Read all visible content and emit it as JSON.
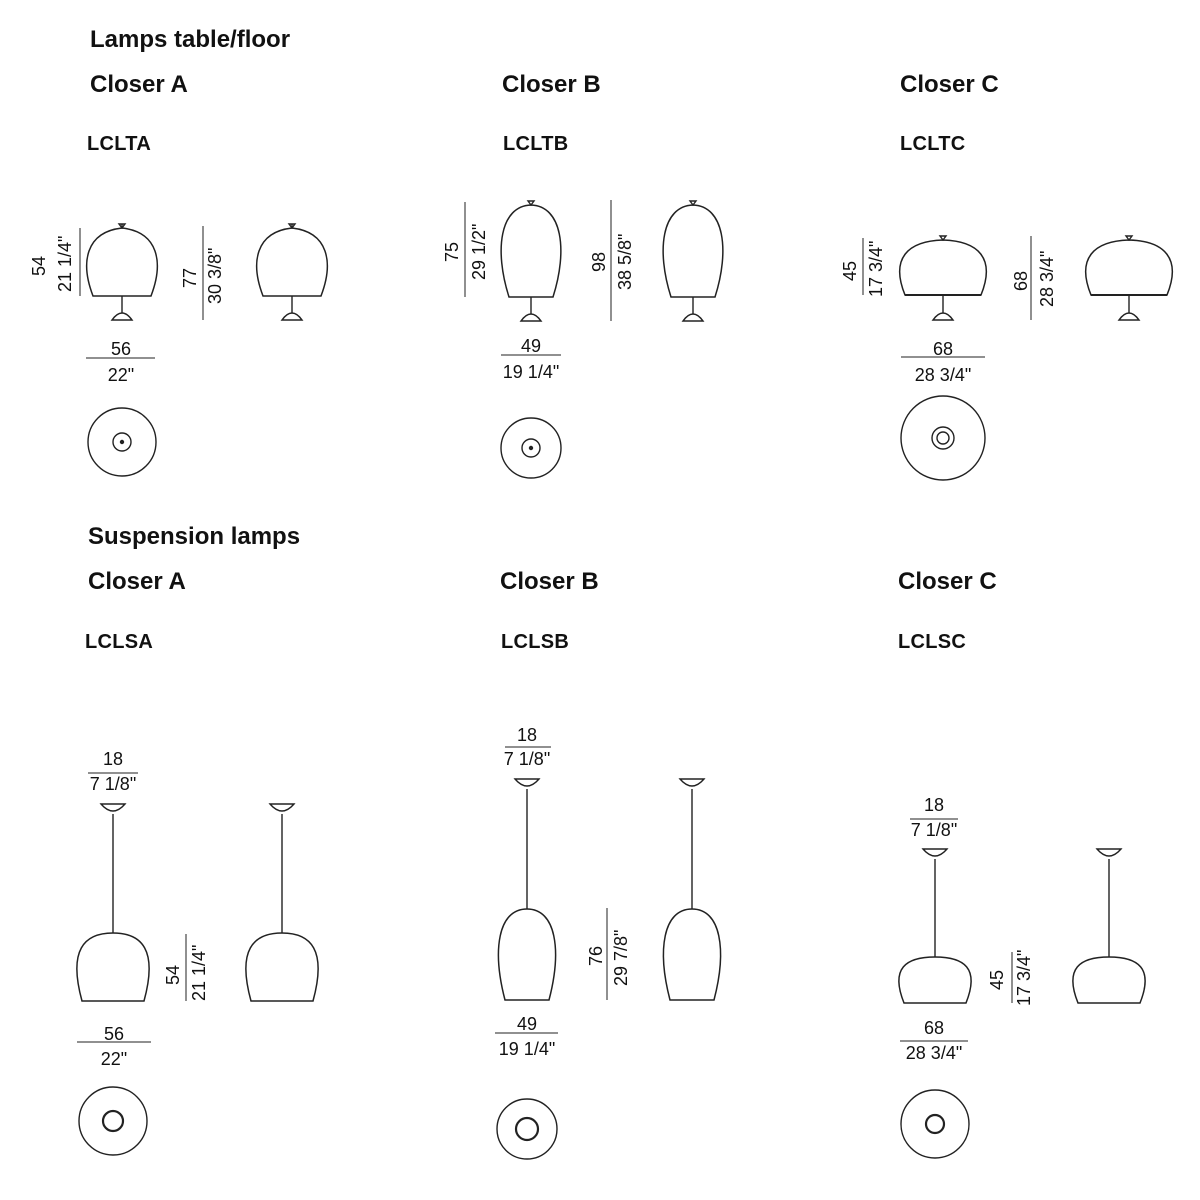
{
  "sections": {
    "table": {
      "title": "Lamps table/floor",
      "products": [
        {
          "name": "Closer A",
          "code": "LCLTA",
          "height_cm": "54",
          "height_in": "21 1/4\"",
          "total_height_cm": "77",
          "total_height_in": "30 3/8\"",
          "width_cm": "56",
          "width_in": "22\""
        },
        {
          "name": "Closer B",
          "code": "LCLTB",
          "height_cm": "75",
          "height_in": "29 1/2\"",
          "total_height_cm": "98",
          "total_height_in": "38 5/8\"",
          "width_cm": "49",
          "width_in": "19 1/4\""
        },
        {
          "name": "Closer C",
          "code": "LCLTC",
          "height_cm": "45",
          "height_in": "17 3/4\"",
          "total_height_cm": "68",
          "total_height_in": "28 3/4\"",
          "width_cm": "68",
          "width_in": "28 3/4\""
        }
      ]
    },
    "suspension": {
      "title": "Suspension lamps",
      "products": [
        {
          "name": "Closer A",
          "code": "LCLSA",
          "canopy_cm": "18",
          "canopy_in": "7 1/8\"",
          "height_cm": "54",
          "height_in": "21 1/4\"",
          "width_cm": "56",
          "width_in": "22\""
        },
        {
          "name": "Closer B",
          "code": "LCLSB",
          "canopy_cm": "18",
          "canopy_in": "7 1/8\"",
          "height_cm": "76",
          "height_in": "29 7/8\"",
          "width_cm": "49",
          "width_in": "19 1/4\""
        },
        {
          "name": "Closer C",
          "code": "LCLSC",
          "canopy_cm": "18",
          "canopy_in": "7 1/8\"",
          "height_cm": "45",
          "height_in": "17 3/4\"",
          "width_cm": "68",
          "width_in": "28 3/4\""
        }
      ]
    }
  }
}
